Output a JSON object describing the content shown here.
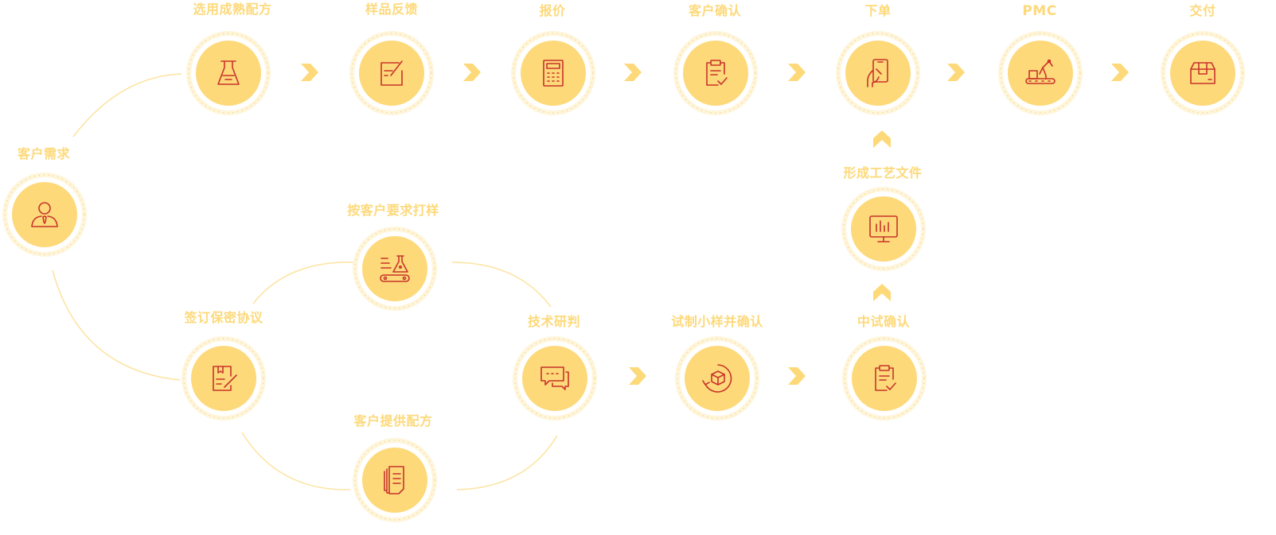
{
  "colors": {
    "node_fill": "#fdd97a",
    "ring": "#fde9b8",
    "ring_dots": "#f9c964",
    "label": "#fdd97a",
    "icon_stroke": "#c8342b",
    "connector": "#fde3a0",
    "chevron": "#fdd97a"
  },
  "nodes": {
    "customer_demand": {
      "label": "客户需求",
      "icon": "person-tie-icon"
    },
    "select_formula": {
      "label": "选用成熟配方",
      "icon": "flask-icon"
    },
    "sample_feedback": {
      "label": "样品反馈",
      "icon": "edit-note-icon"
    },
    "quotation": {
      "label": "报价",
      "icon": "calculator-icon"
    },
    "customer_confirm": {
      "label": "客户确认",
      "icon": "clipboard-check-icon"
    },
    "place_order": {
      "label": "下单",
      "icon": "phone-tap-icon"
    },
    "pmc": {
      "label": "PMC",
      "icon": "robot-arm-icon"
    },
    "delivery": {
      "label": "交付",
      "icon": "box-icon"
    },
    "process_docs": {
      "label": "形成工艺文件",
      "icon": "monitor-chart-icon"
    },
    "custom_sample": {
      "label": "按客户要求打样",
      "icon": "lab-conveyor-icon"
    },
    "nda": {
      "label": "签订保密协议",
      "icon": "contract-sign-icon"
    },
    "tech_review": {
      "label": "技术研判",
      "icon": "chat-bubbles-icon"
    },
    "trial_sample": {
      "label": "试制小样并确认",
      "icon": "cube-cycle-icon"
    },
    "pilot_confirm": {
      "label": "中试确认",
      "icon": "clipboard-check-icon"
    },
    "customer_formula": {
      "label": "客户提供配方",
      "icon": "documents-icon"
    }
  }
}
